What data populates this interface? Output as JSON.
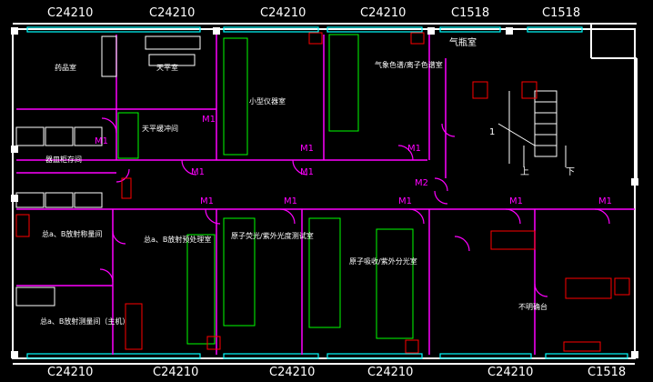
{
  "colors": {
    "background": "#000000",
    "wall": "#ffffff",
    "partition": "#ff00ff",
    "door": "#ff00ff",
    "window": "#00ffff",
    "equipment": "#ff0000",
    "bench": "#00ff00",
    "label": "#ffffff",
    "marker": "#ff00ff"
  },
  "window_labels_top": [
    "C24210",
    "C24210",
    "C24210",
    "C24210",
    "C1518",
    "C1518"
  ],
  "window_labels_bottom": [
    "C24210",
    "C24210",
    "C24210",
    "C24210",
    "C24210",
    "C1518"
  ],
  "rooms": {
    "drug_room": "药品室",
    "balance_room": "天平室",
    "small_instrument": "小型仪器室",
    "gc_room": "气象色谱/离子色谱室",
    "gas_cylinder": "气瓶室",
    "balance_buffer": "天平缓冲间",
    "vessel_storage": "器皿柜存间",
    "ab_weighing": "总a、B放射称量间",
    "ab_pretreat": "总a、B放射预处理室",
    "af_uv_test": "原子荧光/紫外光度测试室",
    "aa_spectro": "原子吸收/紫外分光室",
    "ab_measure": "总a、B放射测量间（主机）",
    "unknown_room": "不明确台"
  },
  "door_tags": {
    "m1": "M1",
    "m2": "M2",
    "stair_up": "上",
    "stair_down": "下",
    "stair_num": "1"
  }
}
